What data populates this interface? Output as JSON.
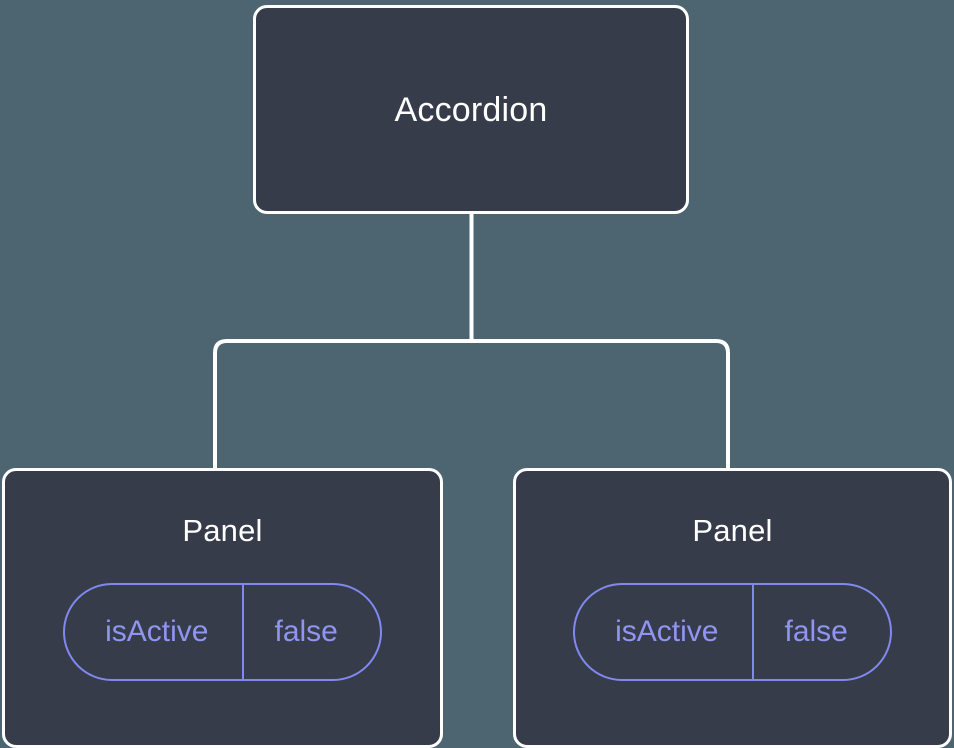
{
  "theme": {
    "background_color": "#4c6570",
    "node_fill_color": "#373c4b",
    "node_border_color": "#ffffff",
    "connector_color": "#ffffff",
    "prop_accent_color": "#8089ee",
    "prop_text_color": "#8f95f0",
    "title_text_color": "#ffffff"
  },
  "tree": {
    "root": {
      "label": "Accordion"
    },
    "children": [
      {
        "label": "Panel",
        "prop": {
          "key": "isActive",
          "value": "false"
        }
      },
      {
        "label": "Panel",
        "prop": {
          "key": "isActive",
          "value": "false"
        }
      }
    ]
  }
}
